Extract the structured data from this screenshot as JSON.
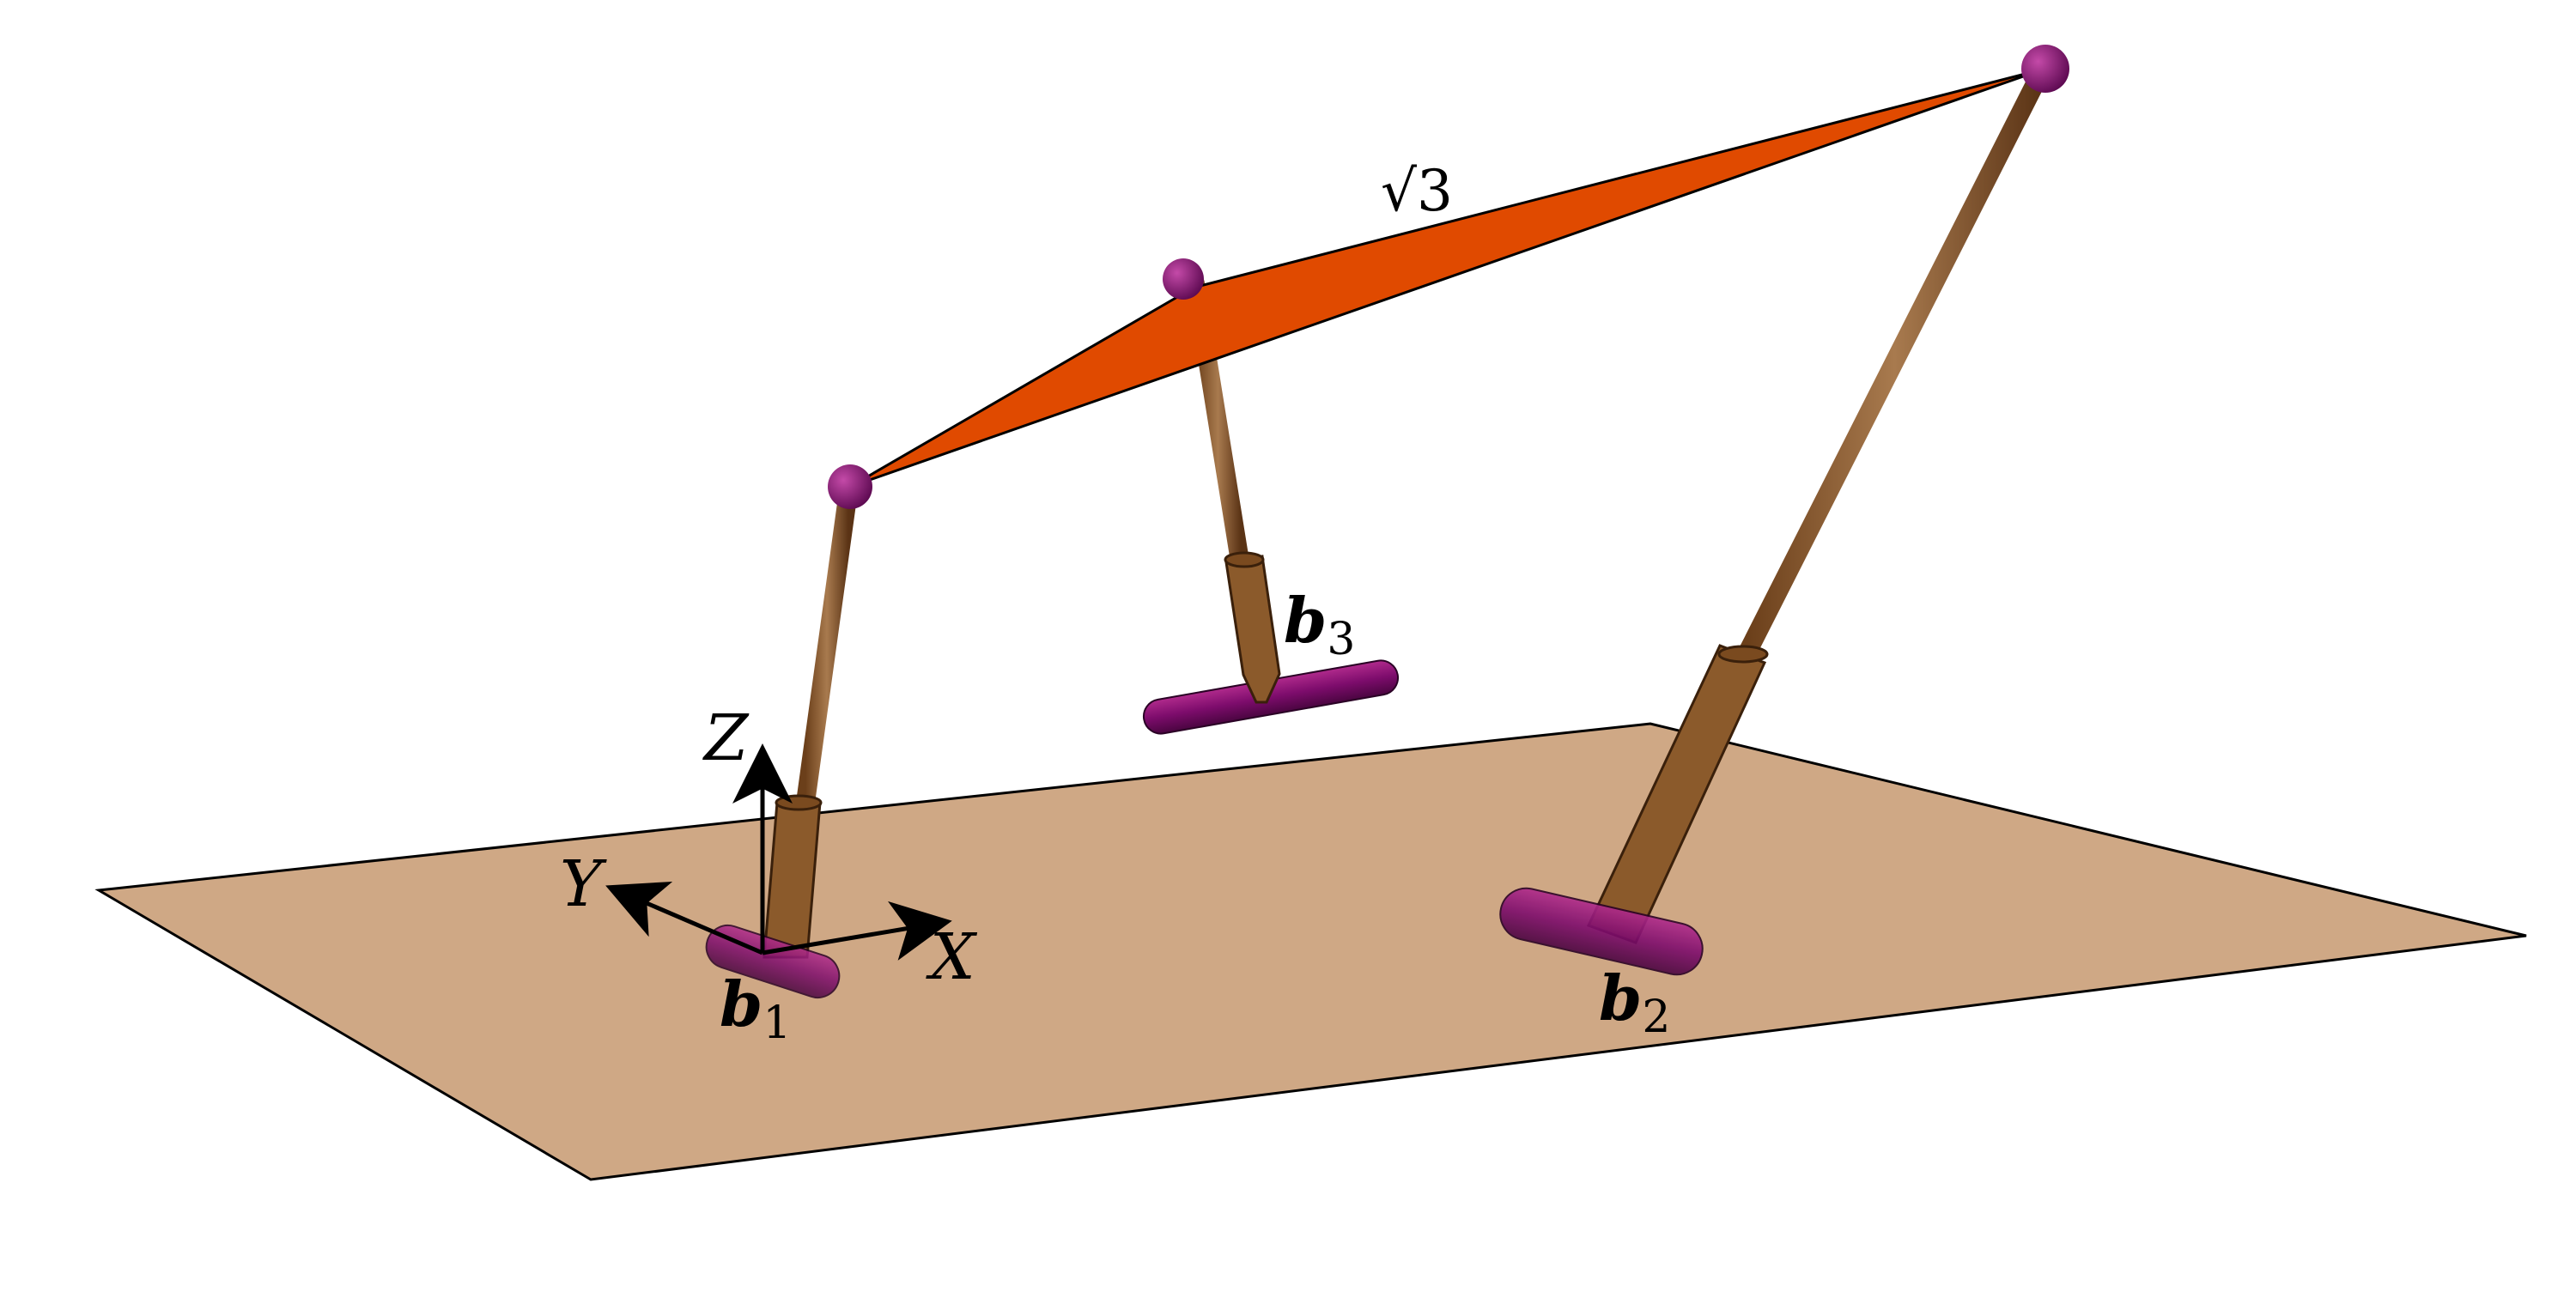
{
  "diagram": {
    "top_edge_label": "√3",
    "base_points": [
      {
        "name": "b",
        "subscript": "1"
      },
      {
        "name": "b",
        "subscript": "2"
      },
      {
        "name": "b",
        "subscript": "3"
      }
    ],
    "axes": {
      "x": "X",
      "y": "Y",
      "z": "Z"
    },
    "colors": {
      "ground": "#cfa885",
      "platform": "#e04a00",
      "legs": "#8b5a2b",
      "joints": "#8b0f7a",
      "outline": "#000000"
    }
  }
}
